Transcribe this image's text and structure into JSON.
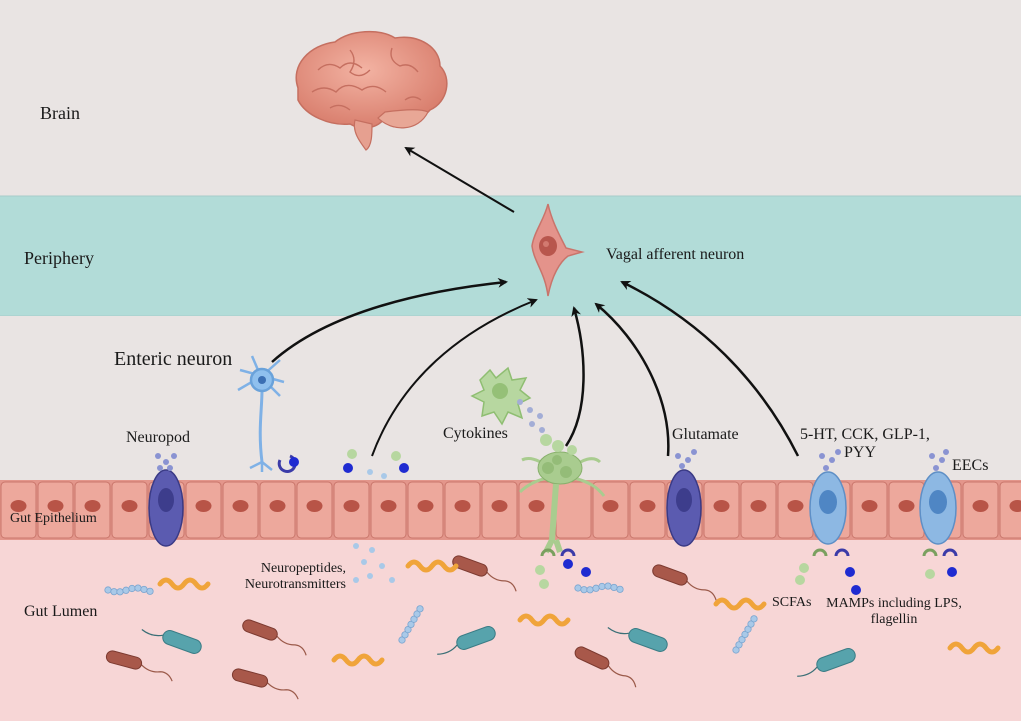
{
  "regions": {
    "brain": "Brain",
    "periphery": "Periphery",
    "gut_epithelium": "Gut Epithelium",
    "gut_lumen": "Gut Lumen"
  },
  "labels": {
    "vagal_afferent_neuron": "Vagal afferent neuron",
    "enteric_neuron": "Enteric neuron",
    "neuropod": "Neuropod",
    "cytokines": "Cytokines",
    "glutamate": "Glutamate",
    "hormones_line1": "5-HT, CCK, GLP-1,",
    "hormones_line2": "PYY",
    "eecs": "EECs",
    "neuropeptides_line1": "Neuropeptides,",
    "neuropeptides_line2": "Neurotransmitters",
    "scfas": "SCFAs",
    "mamps_line1": "MAMPs including LPS,",
    "mamps_line2": "flagellin"
  },
  "colors": {
    "brain_band": "#e9e4e3",
    "periphery_band": "#b2dcd8",
    "middle_band": "#e9e4e3",
    "epithelium": "#e3968b",
    "lumen": "#f7d6d6",
    "neuropod_cell": "#5b5bb0",
    "eec_cell": "#8db8e3",
    "vagal_neuron": "#e4938b",
    "enteric_neuron": "#7fb1e6",
    "glia": "#a9cc8f",
    "arrow": "#111111"
  },
  "icons": [
    "brain-icon",
    "vagal-neuron-icon",
    "enteric-neuron-icon",
    "immune-cell-icon",
    "glial-cell-icon",
    "neuropod-cell-icon",
    "eec-cell-icon",
    "bacteria-icon"
  ]
}
